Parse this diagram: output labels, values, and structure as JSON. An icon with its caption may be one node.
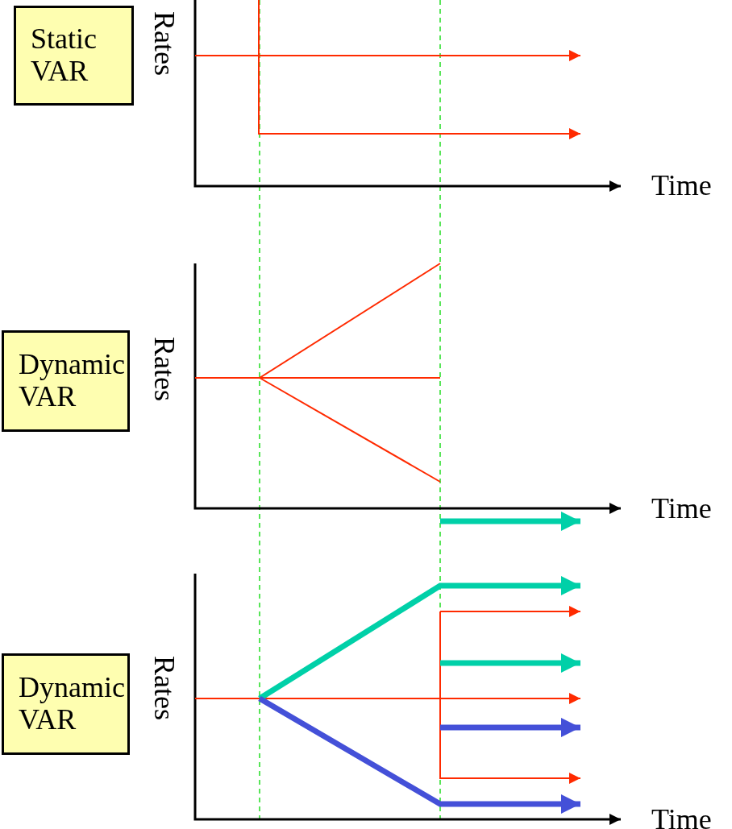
{
  "diagram": {
    "nodes": [
      {
        "text": [
          "Static VAR"
        ]
      },
      {
        "text": [
          "Dynamic VAR"
        ]
      },
      {
        "text": [
          "Dynamic VAR"
        ]
      }
    ],
    "labels": [
      "Rates",
      "Time",
      "Rates",
      "Time",
      "Rates",
      "Time"
    ]
  }
}
